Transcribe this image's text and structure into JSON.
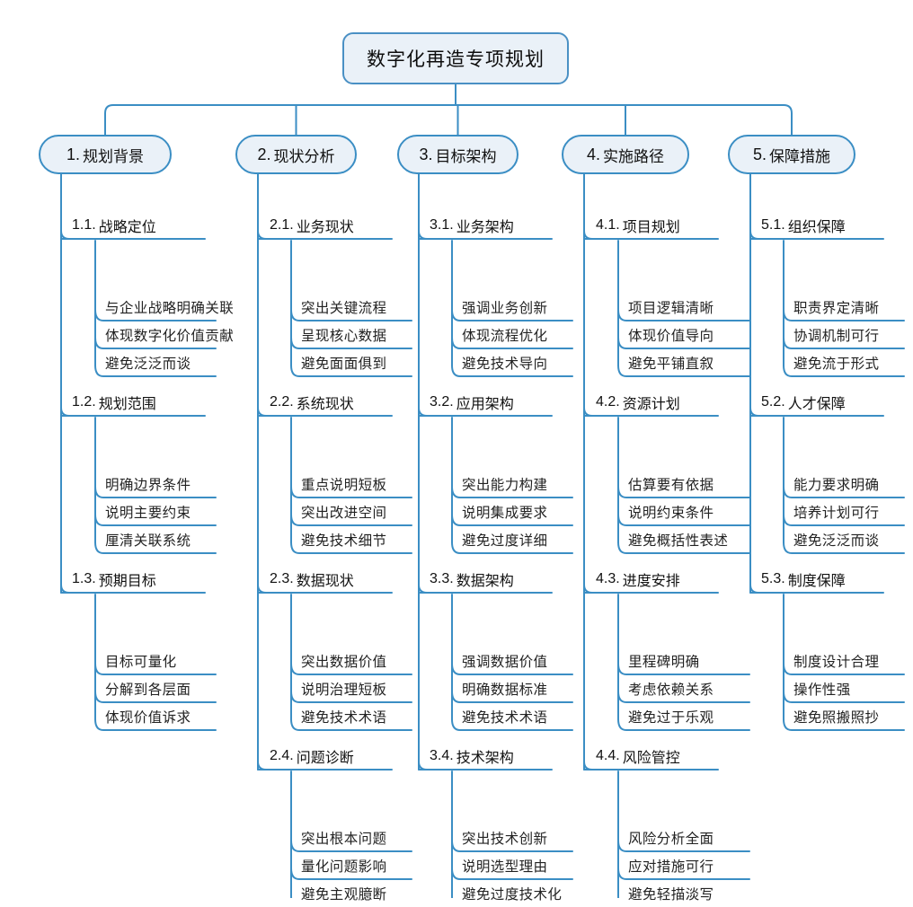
{
  "diagram": {
    "type": "logic-tree",
    "title": "数字化再造专项规划",
    "theme": {
      "line": "#3b8ec4",
      "node_fill": "#eaf1f8",
      "node_border": "#4a90c4",
      "text": "#111111",
      "background": "#ffffff"
    },
    "root": {
      "label": "数字化再造专项规划"
    },
    "branches": [
      {
        "num": "1.",
        "label": "规划背景",
        "full": "1. 规划背景",
        "sections": [
          {
            "num": "1.1.",
            "label": "战略定位",
            "full": "1.1. 战略定位",
            "items": [
              "与企业战略明确关联",
              "体现数字化价值贡献",
              "避免泛泛而谈"
            ]
          },
          {
            "num": "1.2.",
            "label": "规划范围",
            "full": "1.2. 规划范围",
            "items": [
              "明确边界条件",
              "说明主要约束",
              "厘清关联系统"
            ]
          },
          {
            "num": "1.3.",
            "label": "预期目标",
            "full": "1.3. 预期目标",
            "items": [
              "目标可量化",
              "分解到各层面",
              "体现价值诉求"
            ]
          }
        ]
      },
      {
        "num": "2.",
        "label": "现状分析",
        "full": "2. 现状分析",
        "sections": [
          {
            "num": "2.1.",
            "label": "业务现状",
            "full": "2.1. 业务现状",
            "items": [
              "突出关键流程",
              "呈现核心数据",
              "避免面面俱到"
            ]
          },
          {
            "num": "2.2.",
            "label": "系统现状",
            "full": "2.2. 系统现状",
            "items": [
              "重点说明短板",
              "突出改进空间",
              "避免技术细节"
            ]
          },
          {
            "num": "2.3.",
            "label": "数据现状",
            "full": "2.3. 数据现状",
            "items": [
              "突出数据价值",
              "说明治理短板",
              "避免技术术语"
            ]
          },
          {
            "num": "2.4.",
            "label": "问题诊断",
            "full": "2.4. 问题诊断",
            "items": [
              "突出根本问题",
              "量化问题影响",
              "避免主观臆断"
            ]
          }
        ]
      },
      {
        "num": "3.",
        "label": "目标架构",
        "full": "3. 目标架构",
        "sections": [
          {
            "num": "3.1.",
            "label": "业务架构",
            "full": "3.1. 业务架构",
            "items": [
              "强调业务创新",
              "体现流程优化",
              "避免技术导向"
            ]
          },
          {
            "num": "3.2.",
            "label": "应用架构",
            "full": "3.2. 应用架构",
            "items": [
              "突出能力构建",
              "说明集成要求",
              "避免过度详细"
            ]
          },
          {
            "num": "3.3.",
            "label": "数据架构",
            "full": "3.3. 数据架构",
            "items": [
              "强调数据价值",
              "明确数据标准",
              "避免技术术语"
            ]
          },
          {
            "num": "3.4.",
            "label": "技术架构",
            "full": "3.4. 技术架构",
            "items": [
              "突出技术创新",
              "说明选型理由",
              "避免过度技术化"
            ]
          }
        ]
      },
      {
        "num": "4.",
        "label": "实施路径",
        "full": "4. 实施路径",
        "sections": [
          {
            "num": "4.1.",
            "label": "项目规划",
            "full": "4.1. 项目规划",
            "items": [
              "项目逻辑清晰",
              "体现价值导向",
              "避免平铺直叙"
            ]
          },
          {
            "num": "4.2.",
            "label": "资源计划",
            "full": "4.2. 资源计划",
            "items": [
              "估算要有依据",
              "说明约束条件",
              "避免概括性表述"
            ]
          },
          {
            "num": "4.3.",
            "label": "进度安排",
            "full": "4.3. 进度安排",
            "items": [
              "里程碑明确",
              "考虑依赖关系",
              "避免过于乐观"
            ]
          },
          {
            "num": "4.4.",
            "label": "风险管控",
            "full": "4.4. 风险管控",
            "items": [
              "风险分析全面",
              "应对措施可行",
              "避免轻描淡写"
            ]
          }
        ]
      },
      {
        "num": "5.",
        "label": "保障措施",
        "full": "5. 保障措施",
        "sections": [
          {
            "num": "5.1.",
            "label": "组织保障",
            "full": "5.1. 组织保障",
            "items": [
              "职责界定清晰",
              "协调机制可行",
              "避免流于形式"
            ]
          },
          {
            "num": "5.2.",
            "label": "人才保障",
            "full": "5.2. 人才保障",
            "items": [
              "能力要求明确",
              "培养计划可行",
              "避免泛泛而谈"
            ]
          },
          {
            "num": "5.3.",
            "label": "制度保障",
            "full": "5.3. 制度保障",
            "items": [
              "制度设计合理",
              "操作性强",
              "避免照搬照抄"
            ]
          }
        ]
      }
    ]
  }
}
